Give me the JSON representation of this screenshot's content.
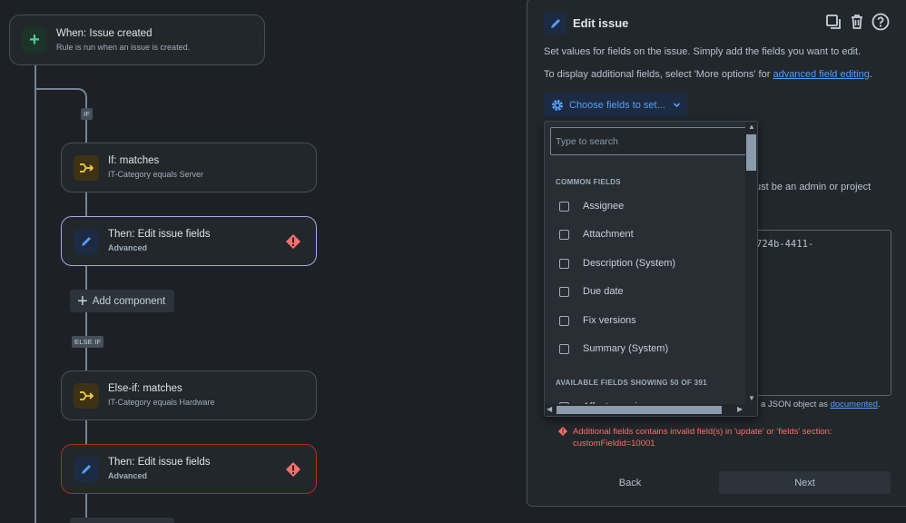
{
  "canvas": {
    "trigger": {
      "title": "When: Issue created",
      "subtitle": "Rule is run when an issue is created."
    },
    "if_pill": "IF",
    "condition1": {
      "title": "If: matches",
      "subtitle": "IT-Category equals Server"
    },
    "action1": {
      "title": "Then: Edit issue fields",
      "subtitle": "Advanced"
    },
    "add_component": "Add component",
    "else_if_pill": "ELSE IF",
    "condition2": {
      "title": "Else-if: matches",
      "subtitle": "IT-Category equals Hardware"
    },
    "action2": {
      "title": "Then: Edit issue fields",
      "subtitle": "Advanced"
    }
  },
  "panel": {
    "title": "Edit issue",
    "desc1": "Set values for fields on the issue. Simply add the fields you want to edit.",
    "desc2_prefix": "To display additional fields, select 'More options' for ",
    "desc2_link": "advanced field editing",
    "desc2_suffix": ".",
    "choose_button": "Choose fields to set...",
    "hidden_text": "ust be an admin or project",
    "json_snippet": "724b-4411-",
    "json_hint_prefix": "a JSON object as ",
    "json_hint_link": "documented",
    "json_hint_suffix": ".",
    "error_message": "Additional fields contains invalid field(s) in 'update' or 'fields' section: customFieldid=10001",
    "back_button": "Back",
    "next_button": "Next"
  },
  "dropdown": {
    "search_placeholder": "Type to search",
    "common_header": "COMMON FIELDS",
    "common_fields": [
      "Assignee",
      "Attachment",
      "Description (System)",
      "Due date",
      "Fix versions",
      "Summary (System)"
    ],
    "available_header": "AVAILABLE FIELDS SHOWING 50 OF 391",
    "available_first": "Affects versions"
  },
  "colors": {
    "background": "#1d2125",
    "accent_blue": "#579dff",
    "error_red": "#f87168",
    "trigger_green": "#4bce97",
    "condition_yellow": "#f5cd47"
  },
  "icons": {
    "trigger": "plus-icon",
    "condition": "branch-icon",
    "action": "pencil-icon",
    "error": "error-icon",
    "copy": "copy-icon",
    "delete": "trash-icon",
    "help": "help-icon",
    "settings": "gear-icon",
    "dropdown": "chevron-down-icon"
  }
}
